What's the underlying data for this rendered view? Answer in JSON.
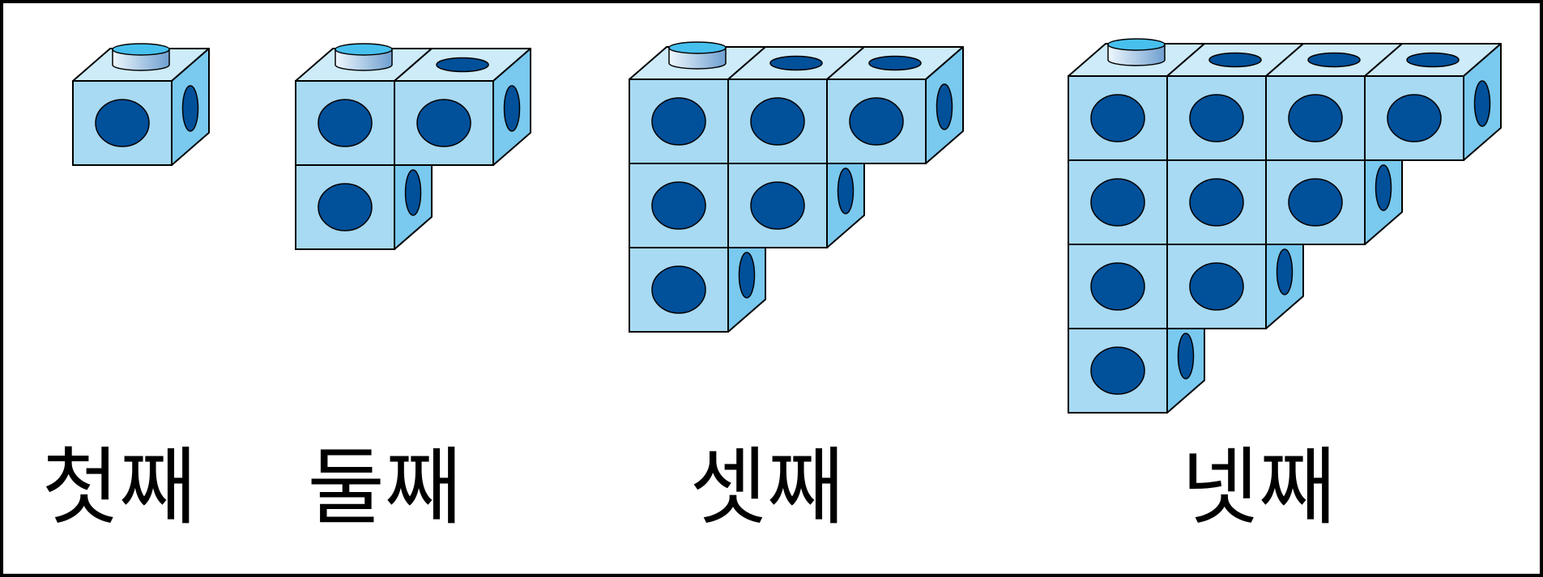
{
  "stages": [
    {
      "label": "첫째",
      "n": 1
    },
    {
      "label": "둘째",
      "n": 2
    },
    {
      "label": "셋째",
      "n": 3
    },
    {
      "label": "넷째",
      "n": 4
    }
  ],
  "colors": {
    "front": "#a8daf4",
    "top": "#cdebf9",
    "side": "#7ac9ef",
    "dot": "#00509a",
    "peg_top": "#48c0ee",
    "peg_side_light": "#eef8fd",
    "peg_side_dark": "#6f9fd0",
    "outline": "#000000"
  }
}
